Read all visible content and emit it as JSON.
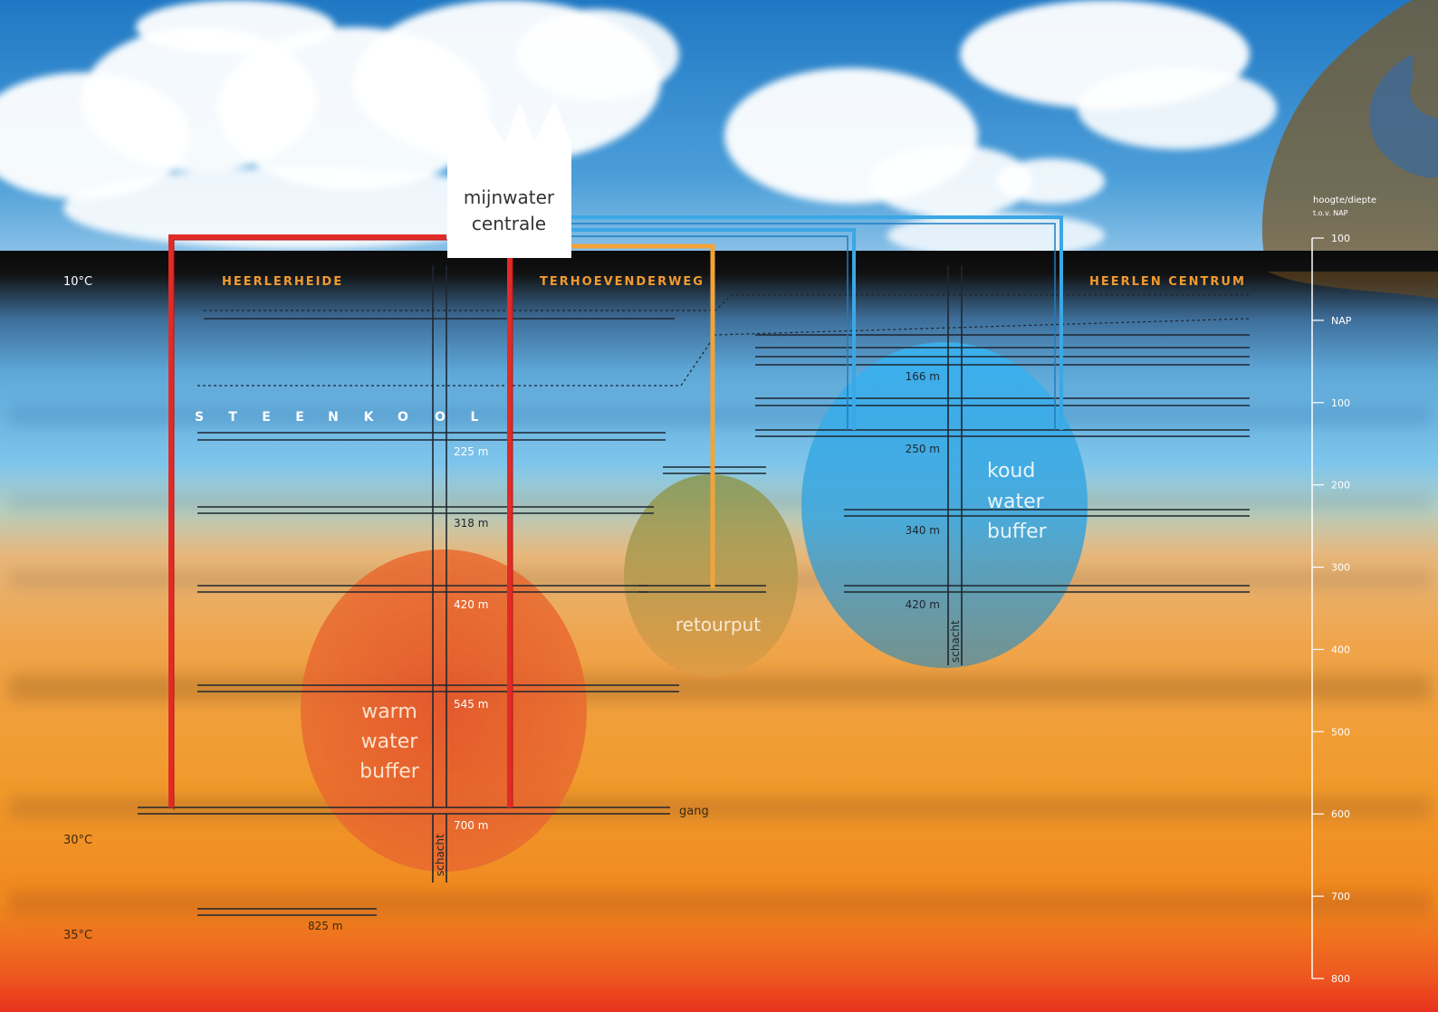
{
  "centrale": {
    "line1": "mijnwater",
    "line2": "centrale"
  },
  "regions": {
    "left": "HEERLERHEIDE",
    "mid": "TERHOEVENDERWEG",
    "right": "HEERLEN CENTRUM"
  },
  "layer_label": [
    "S",
    "T",
    "E",
    "E",
    "N",
    "K",
    "O",
    "O",
    "L"
  ],
  "temperatures": {
    "top": "10°C",
    "mid": "30°C",
    "bottom": "35°C"
  },
  "depths": {
    "left_shaft": [
      "225 m",
      "318 m",
      "420 m",
      "545 m",
      "700 m"
    ],
    "right_shaft": [
      "166 m",
      "250 m",
      "340 m",
      "420 m"
    ],
    "deep_gallery": "825 m"
  },
  "labels": {
    "shaft": "schacht",
    "gallery": "gang"
  },
  "buffers": {
    "warm": [
      "warm",
      "water",
      "buffer"
    ],
    "cold": [
      "koud",
      "water",
      "buffer"
    ],
    "return": "retourput"
  },
  "scale": {
    "title_line1": "hoogte/diepte",
    "title_line2": "t.o.v. NAP",
    "ticks": [
      "100",
      "NAP",
      "100",
      "200",
      "300",
      "400",
      "500",
      "600",
      "700",
      "800"
    ]
  },
  "colors": {
    "warm_pipe": "#e12b27",
    "cold_pipe": "#3aa7e6",
    "return_pipe": "#f2a33a",
    "region_text": "#f29a2e",
    "sky": "#3a8fd0"
  }
}
